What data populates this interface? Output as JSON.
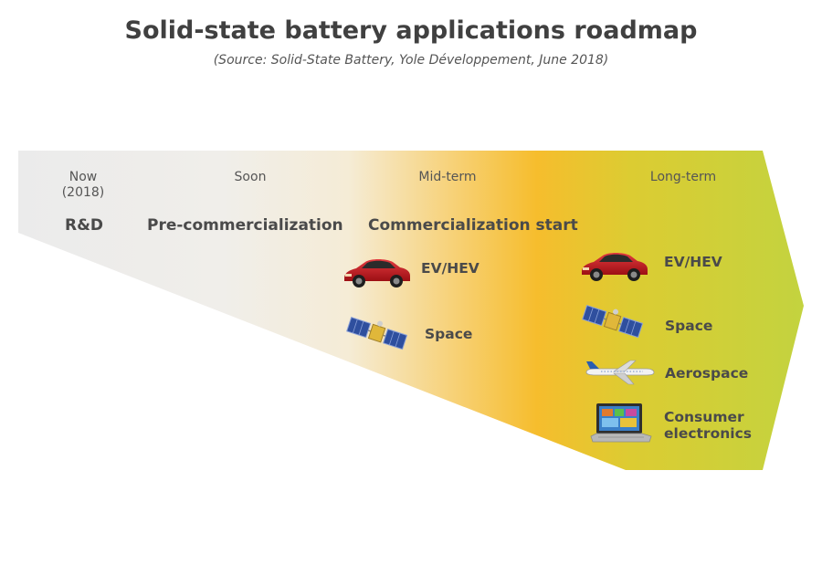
{
  "title": "Solid-state battery applications roadmap",
  "subtitle": "(Source: Solid-State Battery, Yole Développement, June 2018)",
  "periods": {
    "now_line1": "Now",
    "now_line2": "(2018)",
    "soon": "Soon",
    "mid_term": "Mid-term",
    "long_term": "Long-term"
  },
  "phases": {
    "now": "R&D",
    "soon": "Pre-commercialization",
    "mid_term": "Commercialization start"
  },
  "mid_term_apps": {
    "ev": "EV/HEV",
    "space": "Space"
  },
  "long_term_apps": {
    "ev": "EV/HEV",
    "space": "Space",
    "aerospace": "Aerospace",
    "consumer_line1": "Consumer",
    "consumer_line2": "electronics"
  },
  "icons": [
    "car-icon",
    "satellite-icon",
    "airplane-icon",
    "laptop-icon"
  ],
  "colors": {
    "grey_start": "#ebebeb",
    "beige": "#f4ecd9",
    "orange": "#f6bd2d",
    "yellow_green": "#d8cf30",
    "green": "#c3d33f",
    "car_red": "#c0171d"
  }
}
